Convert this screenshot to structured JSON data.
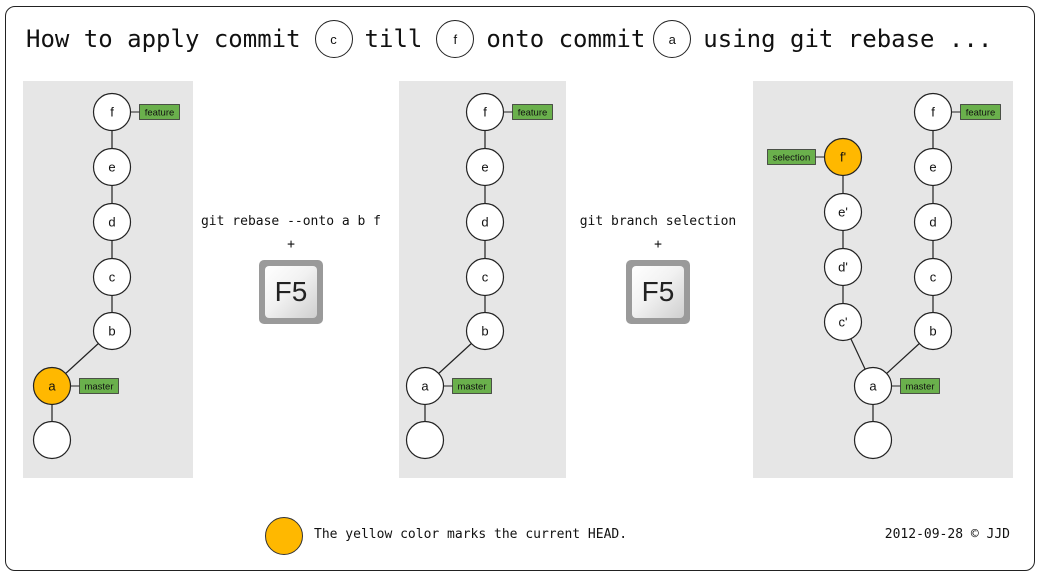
{
  "title": {
    "parts": [
      "How to apply commit",
      "c",
      "till",
      "f",
      "onto commit",
      "a",
      "using git rebase ..."
    ]
  },
  "step1": {
    "command": "git rebase --onto a b f",
    "plus": "+",
    "key_label": "F5"
  },
  "step2": {
    "command": "git branch selection",
    "plus": "+",
    "key_label": "F5"
  },
  "legend": {
    "text": "The yellow color marks the current HEAD."
  },
  "footer": "2012-09-28 © JJD",
  "colors": {
    "head": "#ffb800",
    "branch_label": "#6ab04c",
    "panel": "#e6e6e6"
  },
  "graphs": [
    {
      "nodes": [
        {
          "id": "f",
          "label": "f",
          "head": false
        },
        {
          "id": "e",
          "label": "e",
          "head": false
        },
        {
          "id": "d",
          "label": "d",
          "head": false
        },
        {
          "id": "c",
          "label": "c",
          "head": false
        },
        {
          "id": "b",
          "label": "b",
          "head": false
        },
        {
          "id": "a",
          "label": "a",
          "head": true
        },
        {
          "id": "root",
          "label": "",
          "head": false
        }
      ],
      "branches": [
        {
          "name": "feature",
          "node": "f"
        },
        {
          "name": "master",
          "node": "a"
        }
      ]
    },
    {
      "nodes": [
        {
          "id": "f",
          "label": "f",
          "head": false
        },
        {
          "id": "e",
          "label": "e",
          "head": false
        },
        {
          "id": "d",
          "label": "d",
          "head": false
        },
        {
          "id": "c",
          "label": "c",
          "head": false
        },
        {
          "id": "b",
          "label": "b",
          "head": false
        },
        {
          "id": "a",
          "label": "a",
          "head": false
        },
        {
          "id": "root",
          "label": "",
          "head": false
        }
      ],
      "branches": [
        {
          "name": "feature",
          "node": "f"
        },
        {
          "name": "master",
          "node": "a"
        }
      ]
    },
    {
      "nodes": [
        {
          "id": "f2",
          "label": "f'",
          "head": true
        },
        {
          "id": "e2",
          "label": "e'",
          "head": false
        },
        {
          "id": "d2",
          "label": "d'",
          "head": false
        },
        {
          "id": "c2",
          "label": "c'",
          "head": false
        },
        {
          "id": "f",
          "label": "f",
          "head": false
        },
        {
          "id": "e",
          "label": "e",
          "head": false
        },
        {
          "id": "d",
          "label": "d",
          "head": false
        },
        {
          "id": "c",
          "label": "c",
          "head": false
        },
        {
          "id": "b",
          "label": "b",
          "head": false
        },
        {
          "id": "a",
          "label": "a",
          "head": false
        },
        {
          "id": "root",
          "label": "",
          "head": false
        }
      ],
      "branches": [
        {
          "name": "selection",
          "node": "f2"
        },
        {
          "name": "feature",
          "node": "f"
        },
        {
          "name": "master",
          "node": "a"
        }
      ]
    }
  ]
}
